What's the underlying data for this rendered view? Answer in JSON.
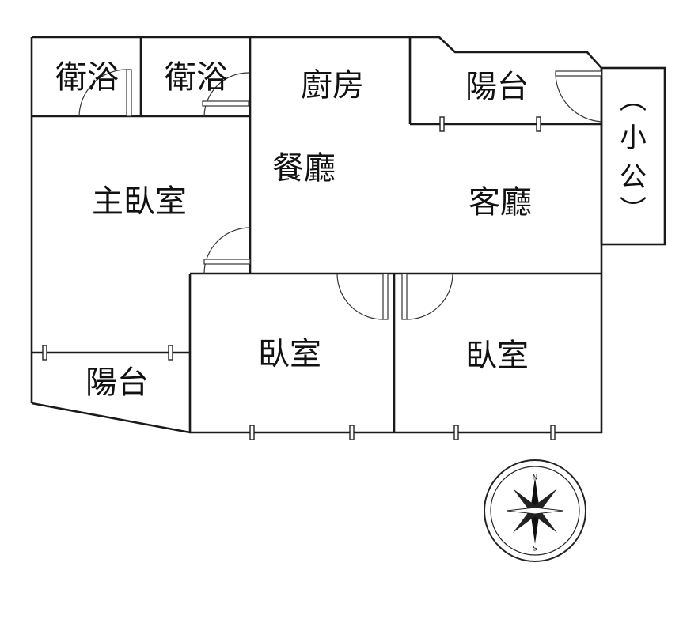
{
  "rooms": {
    "bath_1": "衛浴",
    "bath_2": "衛浴",
    "kitchen": "廚房",
    "balcony_top": "陽台",
    "dining": "餐廳",
    "master_bedroom": "主臥室",
    "living": "客廳",
    "bedroom_1": "臥室",
    "bedroom_2": "臥室",
    "balcony_bottom": "陽台"
  },
  "side_room": {
    "paren_open": "︵",
    "char_1": "小",
    "char_2": "公",
    "paren_close": "︶"
  },
  "compass": {
    "north": "N",
    "south": "S"
  }
}
